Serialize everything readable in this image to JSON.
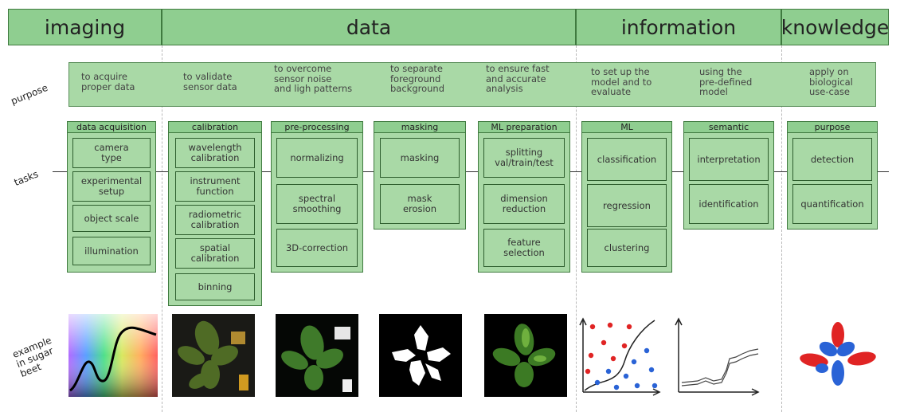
{
  "stages": [
    {
      "label": "imaging"
    },
    {
      "label": "data"
    },
    {
      "label": "information"
    },
    {
      "label": "knowledge"
    }
  ],
  "row_labels": {
    "purpose": "purpose",
    "tasks": "tasks",
    "example": "example\nin sugar\nbeet"
  },
  "purposes": [
    "to acquire\nproper data",
    "to validate\nsensor data",
    "to overcome\nsensor noise\nand ligh patterns",
    "to separate\nforeground\nbackground",
    "to ensure fast\nand accurate\nanalysis",
    "to set up the\nmodel and to\nevaluate",
    "using the\npre-defined\nmodel",
    "apply on\nbiological\nuse-case"
  ],
  "panels": [
    {
      "title": "data acquisition",
      "items": [
        "camera\ntype",
        "experimental\nsetup",
        "object scale",
        "illumination"
      ]
    },
    {
      "title": "calibration",
      "items": [
        "wavelength\ncalibration",
        "instrument\nfunction",
        "radiometric\ncalibration",
        "spatial\ncalibration",
        "binning"
      ]
    },
    {
      "title": "pre-processing",
      "items": [
        "normalizing",
        "spectral\nsmoothing",
        "3D-correction"
      ]
    },
    {
      "title": "masking",
      "items": [
        "masking",
        "mask\nerosion"
      ]
    },
    {
      "title": "ML preparation",
      "items": [
        "splitting\nval/train/test",
        "dimension\nreduction",
        "feature\nselection"
      ]
    },
    {
      "title": "ML",
      "items": [
        "classification",
        "regression",
        "clustering"
      ]
    },
    {
      "title": "semantic",
      "items": [
        "interpretation",
        "identification"
      ]
    },
    {
      "title": "purpose",
      "items": [
        "detection",
        "quantification"
      ]
    }
  ],
  "examples": [
    {
      "name": "spectrum-color-chart"
    },
    {
      "name": "raw-leaf-image"
    },
    {
      "name": "preprocessed-leaf-image"
    },
    {
      "name": "binary-mask-image"
    },
    {
      "name": "masked-leaf-image"
    },
    {
      "name": "classification-scatter-plot"
    },
    {
      "name": "spectral-line-plot"
    },
    {
      "name": "classified-leaf-image"
    }
  ],
  "colors": {
    "header": "#8fce90",
    "panel": "#a9d9a6",
    "border": "#3f7a3f",
    "red": "#e02424",
    "blue": "#2a63d6"
  }
}
